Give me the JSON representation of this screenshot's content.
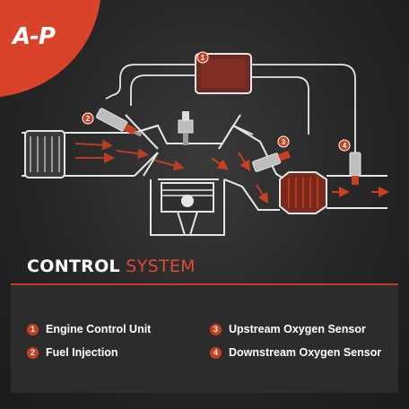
{
  "brand": {
    "logo_text": "A-P",
    "accent": "#d8432a"
  },
  "title": {
    "strong": "CONTROL",
    "light": "SYSTEM"
  },
  "components": [
    {
      "num": "1",
      "label": "Engine Control Unit"
    },
    {
      "num": "2",
      "label": "Fuel Injection"
    },
    {
      "num": "3",
      "label": "Upstream Oxygen Sensor"
    },
    {
      "num": "4",
      "label": "Downstream Oxygen Sensor"
    }
  ],
  "colors": {
    "background": "#262626",
    "accent": "#d8432a",
    "line": "#e6e6e6",
    "badge": "#c8401f"
  },
  "icons": [
    "logo-mark",
    "engine-control-unit",
    "fuel-injector",
    "spark-plug",
    "piston",
    "catalytic-converter",
    "oxygen-sensor",
    "air-intake-filter"
  ]
}
